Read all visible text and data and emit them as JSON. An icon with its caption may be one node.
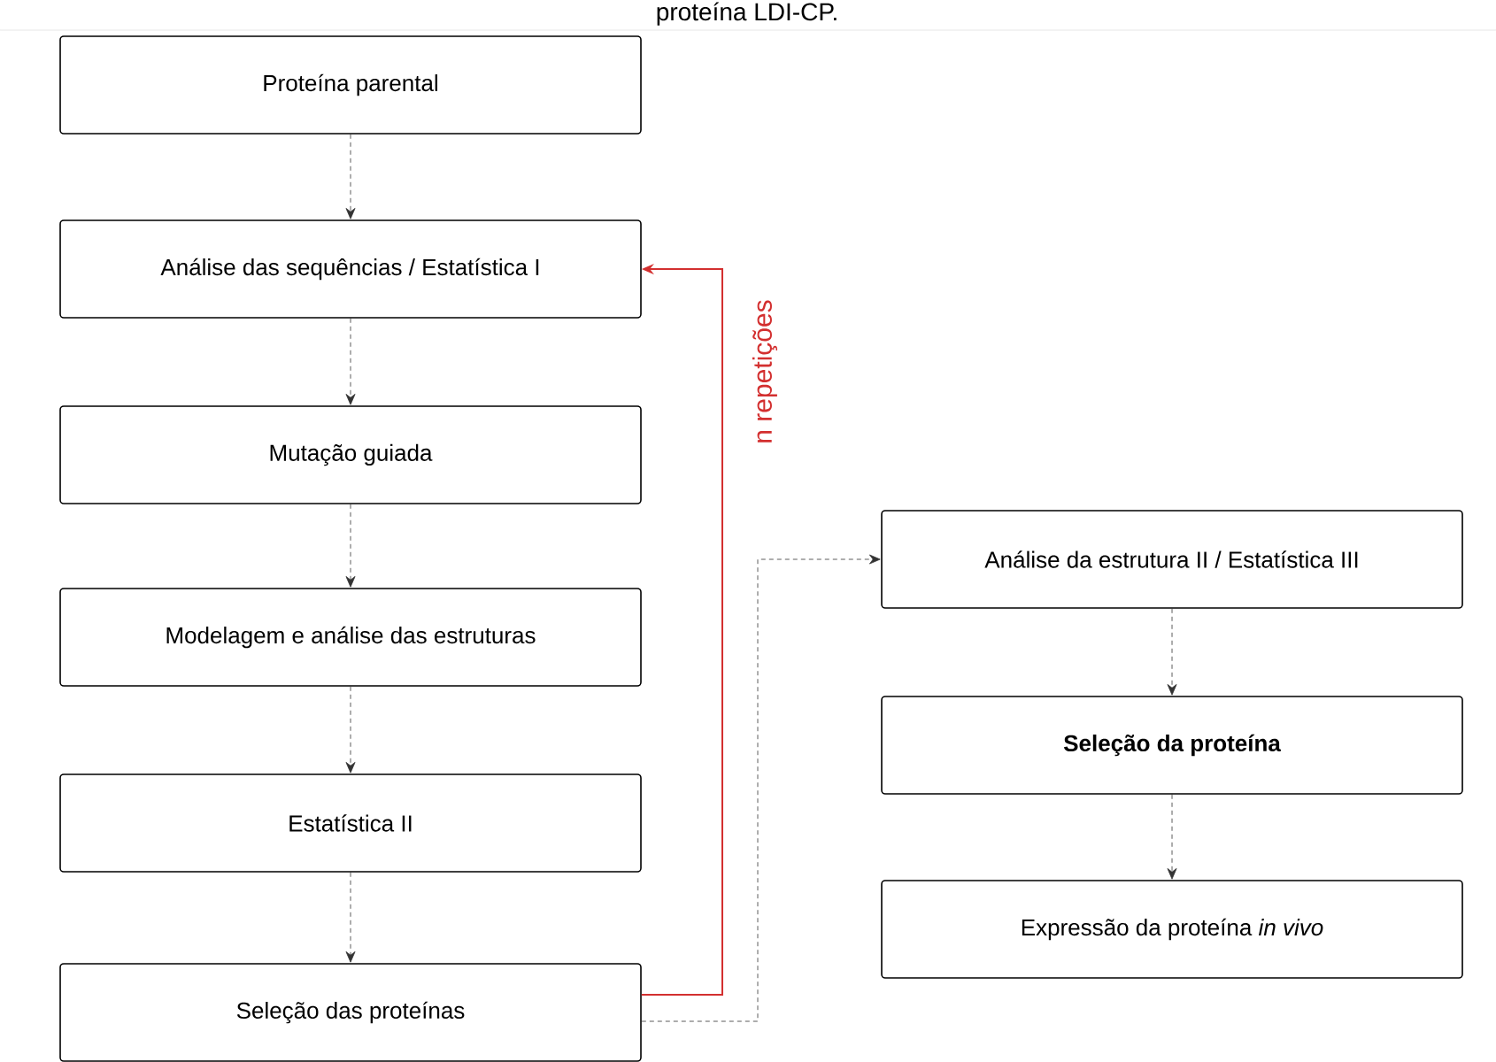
{
  "diagram": {
    "title": "proteína LDI-CP.",
    "nodes": [
      {
        "text": [
          "Proteína parental"
        ]
      },
      {
        "text": [
          "Análise das sequências / Estatística I"
        ]
      },
      {
        "text": [
          "Mutação guiada"
        ]
      },
      {
        "text": [
          "Modelagem e análise das estruturas"
        ]
      },
      {
        "text": [
          "Estatística II"
        ]
      },
      {
        "text": [
          "Seleção das proteínas"
        ]
      },
      {
        "text": [
          "Análise da estrutura II / Estatística III"
        ]
      },
      {
        "text": [
          "Seleção da proteína"
        ]
      },
      {
        "text": [
          "Expressão da proteína *in vivo*"
        ]
      }
    ],
    "edges": [
      {
        "from": 0,
        "to": 1,
        "arrow": "to",
        "style": "dashed"
      },
      {
        "from": 1,
        "to": 2,
        "arrow": "to",
        "style": "dashed"
      },
      {
        "from": 2,
        "to": 3,
        "arrow": "to",
        "style": "dashed"
      },
      {
        "from": 3,
        "to": 4,
        "arrow": "to",
        "style": "dashed"
      },
      {
        "from": 4,
        "to": 5,
        "arrow": "to",
        "style": "dashed"
      },
      {
        "from": 5,
        "to": 1,
        "arrow": "to",
        "label": "n repetições",
        "color": "#d32f2f"
      },
      {
        "from": 5,
        "to": 6,
        "arrow": "to",
        "style": "dashed"
      },
      {
        "from": 6,
        "to": 7,
        "arrow": "to",
        "style": "dashed"
      },
      {
        "from": 7,
        "to": 8,
        "arrow": "to",
        "style": "dashed"
      }
    ]
  }
}
